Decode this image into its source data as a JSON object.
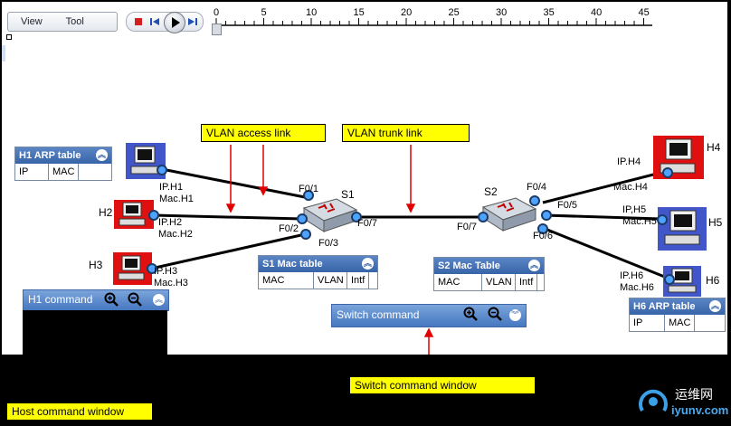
{
  "menu": {
    "view": "View",
    "tool": "Tool"
  },
  "ruler": {
    "ticks": [
      "0",
      "5",
      "10",
      "15",
      "20",
      "25",
      "30",
      "35",
      "40",
      "45"
    ]
  },
  "labels": {
    "access": "VLAN access link",
    "trunk": "VLAN trunk link",
    "host_cmd": "Host command window",
    "switch_cmd": "Switch command window"
  },
  "hosts": {
    "h1": {
      "ip": "IP.H1",
      "mac": "Mac.H1"
    },
    "h2": {
      "name": "H2",
      "ip": "IP.H2",
      "mac": "Mac.H2"
    },
    "h3": {
      "name": "H3",
      "ip": "IP.H3",
      "mac": "Mac.H3"
    },
    "h4": {
      "name": "H4",
      "ip": "IP.H4",
      "mac": "Mac.H4"
    },
    "h5": {
      "name": "H5",
      "ip": "IP,H5",
      "mac": "Mac.H5"
    },
    "h6": {
      "name": "H6",
      "ip": "IP.H6",
      "mac": "Mac.H6"
    }
  },
  "switches": {
    "s1": {
      "name": "S1",
      "ports": [
        "F0/1",
        "F0/2",
        "F0/3",
        "F0/7"
      ]
    },
    "s2": {
      "name": "S2",
      "ports": [
        "F0/4",
        "F0/5",
        "F0/6",
        "F0/7"
      ]
    }
  },
  "panels": {
    "h1_arp": {
      "title": "H1 ARP table",
      "cols": [
        "IP",
        "MAC"
      ]
    },
    "s1_mac": {
      "title": "S1 Mac table",
      "cols": [
        "MAC",
        "VLAN",
        "Intf"
      ]
    },
    "s2_mac": {
      "title": "S2 Mac Table",
      "cols": [
        "MAC",
        "VLAN",
        "Intf"
      ]
    },
    "h6_arp": {
      "title": "H6 ARP table",
      "cols": [
        "IP",
        "MAC"
      ]
    }
  },
  "cmd": {
    "h1": "H1 command",
    "switch": "Switch command"
  },
  "watermark": {
    "cn": "运维网",
    "url": "iyunv.com"
  }
}
